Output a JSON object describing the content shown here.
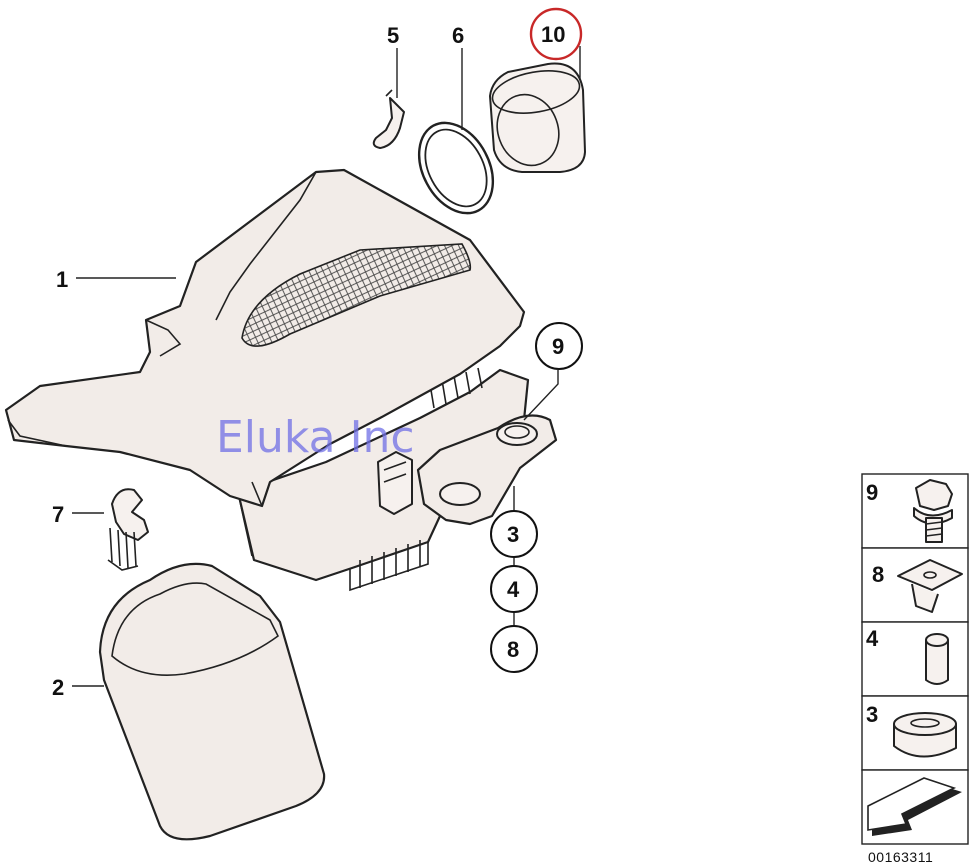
{
  "diagram": {
    "callouts": {
      "c1": "1",
      "c2": "2",
      "c3": "3",
      "c4": "4",
      "c5": "5",
      "c6": "6",
      "c7": "7",
      "c8": "8",
      "c9": "9",
      "c10": "10"
    },
    "watermark": "Eluka Inc",
    "legend": {
      "items": [
        {
          "label": "9",
          "icon": "hex-bolt-icon"
        },
        {
          "label": "8",
          "icon": "clip-nut-icon"
        },
        {
          "label": "4",
          "icon": "sleeve-icon"
        },
        {
          "label": "3",
          "icon": "grommet-icon"
        },
        {
          "label": "",
          "icon": "arrow-plate-icon"
        }
      ]
    },
    "reference": "00163311",
    "colors": {
      "highlight": "#c82828",
      "watermark": "#6f6fe6"
    }
  }
}
